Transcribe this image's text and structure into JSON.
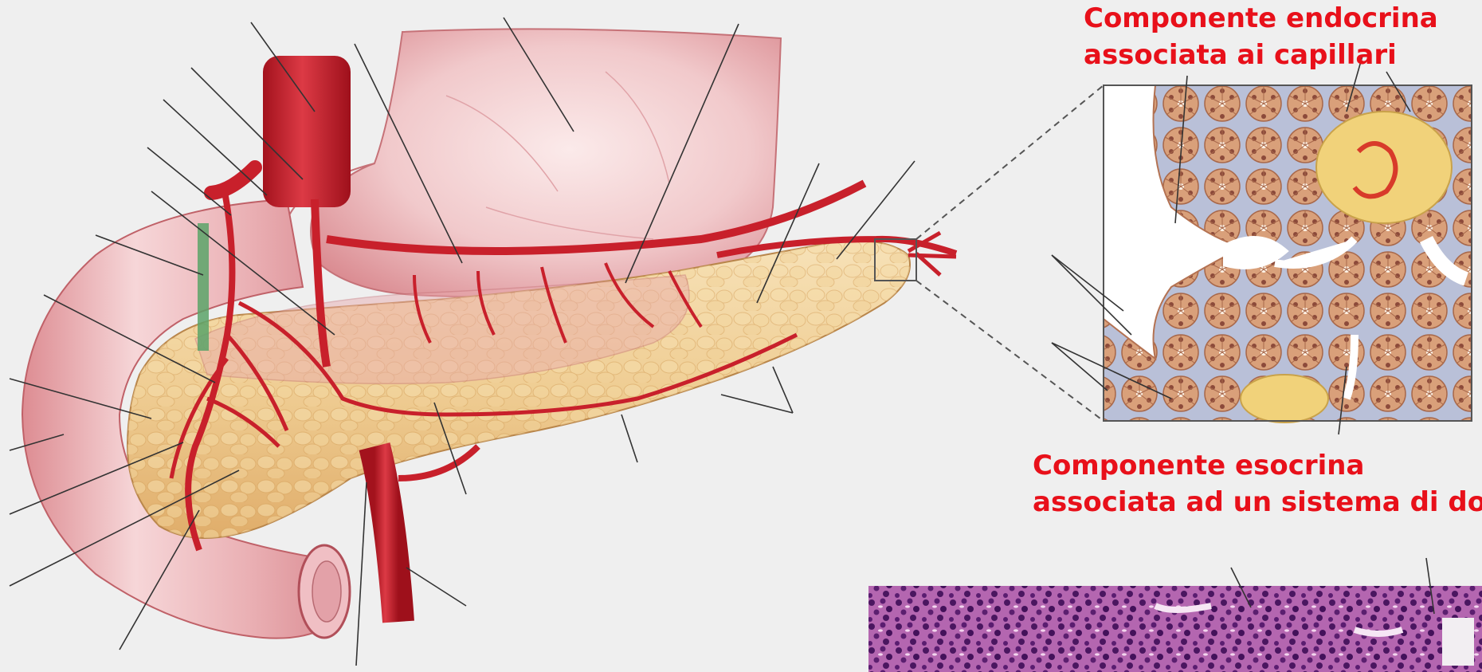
{
  "captions": {
    "endocrine": {
      "line1": "Componente endocrina",
      "line2": "associata ai capillari"
    },
    "exocrine": {
      "line1": "Componente esocrina",
      "line2": "associata ad un sistema di dotti"
    }
  },
  "colors": {
    "caption_text": "#e8101a",
    "background": "#efefef",
    "artery": "#c8202b",
    "pancreas": "#f0cf98",
    "duodenum": "#e9a4a8",
    "stomach": "#eab4b8",
    "acinar_tissue": "#d9a27a",
    "interstitium": "#b8bed6",
    "islet": "#f1d27a",
    "histology_stain": "#8a2a86"
  },
  "icons": {
    "pointer_lines": "leader-line",
    "inset_frame": "zoom-box"
  }
}
